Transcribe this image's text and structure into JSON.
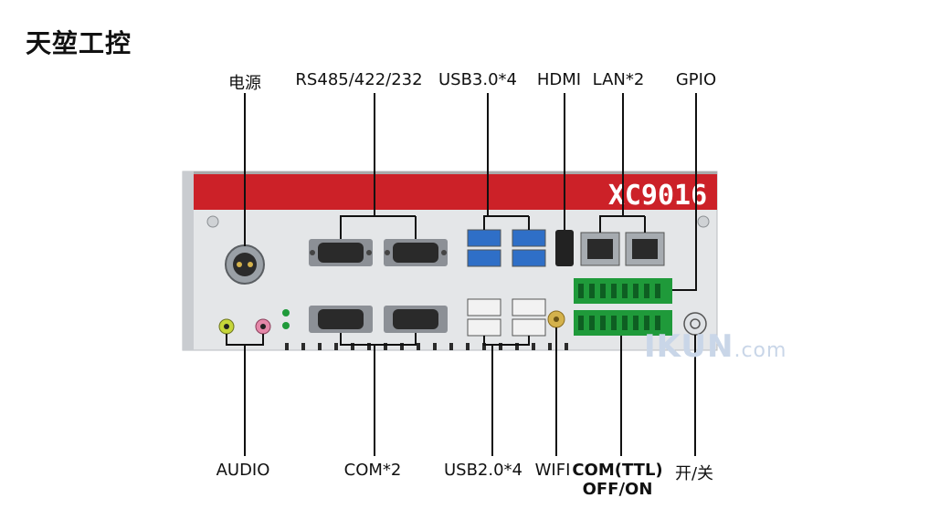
{
  "brand": {
    "title": "天堃工控",
    "model": "XC9016",
    "watermark_main": "IKUN",
    "watermark_suffix": ".com"
  },
  "labels_top": [
    "电源",
    "RS485/422/232",
    "USB3.0*4",
    "HDMI",
    "LAN*2",
    "GPIO"
  ],
  "labels_bottom": [
    "AUDIO",
    "COM*2",
    "USB2.0*4",
    "WIFI",
    "COM(TTL)",
    "开/关"
  ],
  "label_bottom_extra": "OFF/ON",
  "colors": {
    "band": "#cc2128",
    "body": "#e4e6e8",
    "connector": "#1f9a3a",
    "usb3": "#2f6fc7"
  }
}
